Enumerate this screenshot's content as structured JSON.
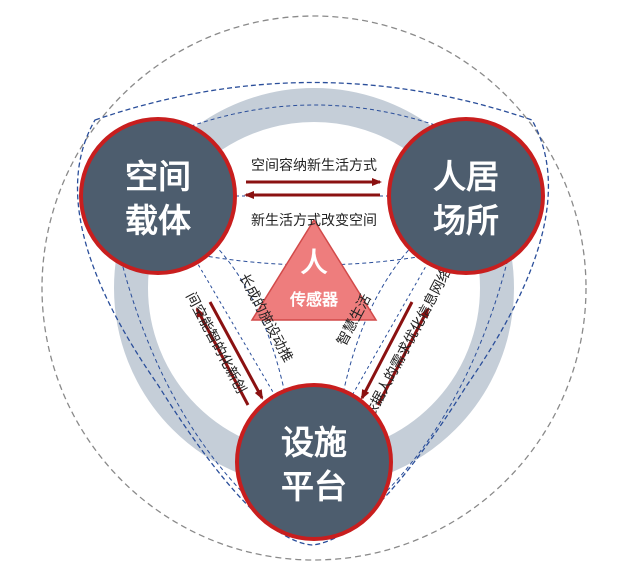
{
  "colors": {
    "node_fill": "#4d5d6e",
    "node_ring": "#c81e1e",
    "center_fill": "#ee7d7d",
    "arrow": "#8b1111",
    "big_ring": "#c5ced8",
    "dash_outer": "#8a8a8a",
    "dash_blue": "#2a4e9a",
    "text_on_node": "#ffffff"
  },
  "center": {
    "title": "人",
    "subtitle": "传感器"
  },
  "nodes": {
    "space": {
      "line1": "空间",
      "line2": "载体"
    },
    "home": {
      "line1": "人居",
      "line2": "场所"
    },
    "facility": {
      "line1": "设施",
      "line2": "平台"
    }
  },
  "edges": {
    "top_upper": "空间容纳新生活方式",
    "top_lower": "新生活方式改变空间",
    "left_outer": "间空能智的化新创",
    "left_inner": "长成的施设动推",
    "right_outer": "智慧生活",
    "right_inner": "依据人的需求优化信息网络"
  }
}
